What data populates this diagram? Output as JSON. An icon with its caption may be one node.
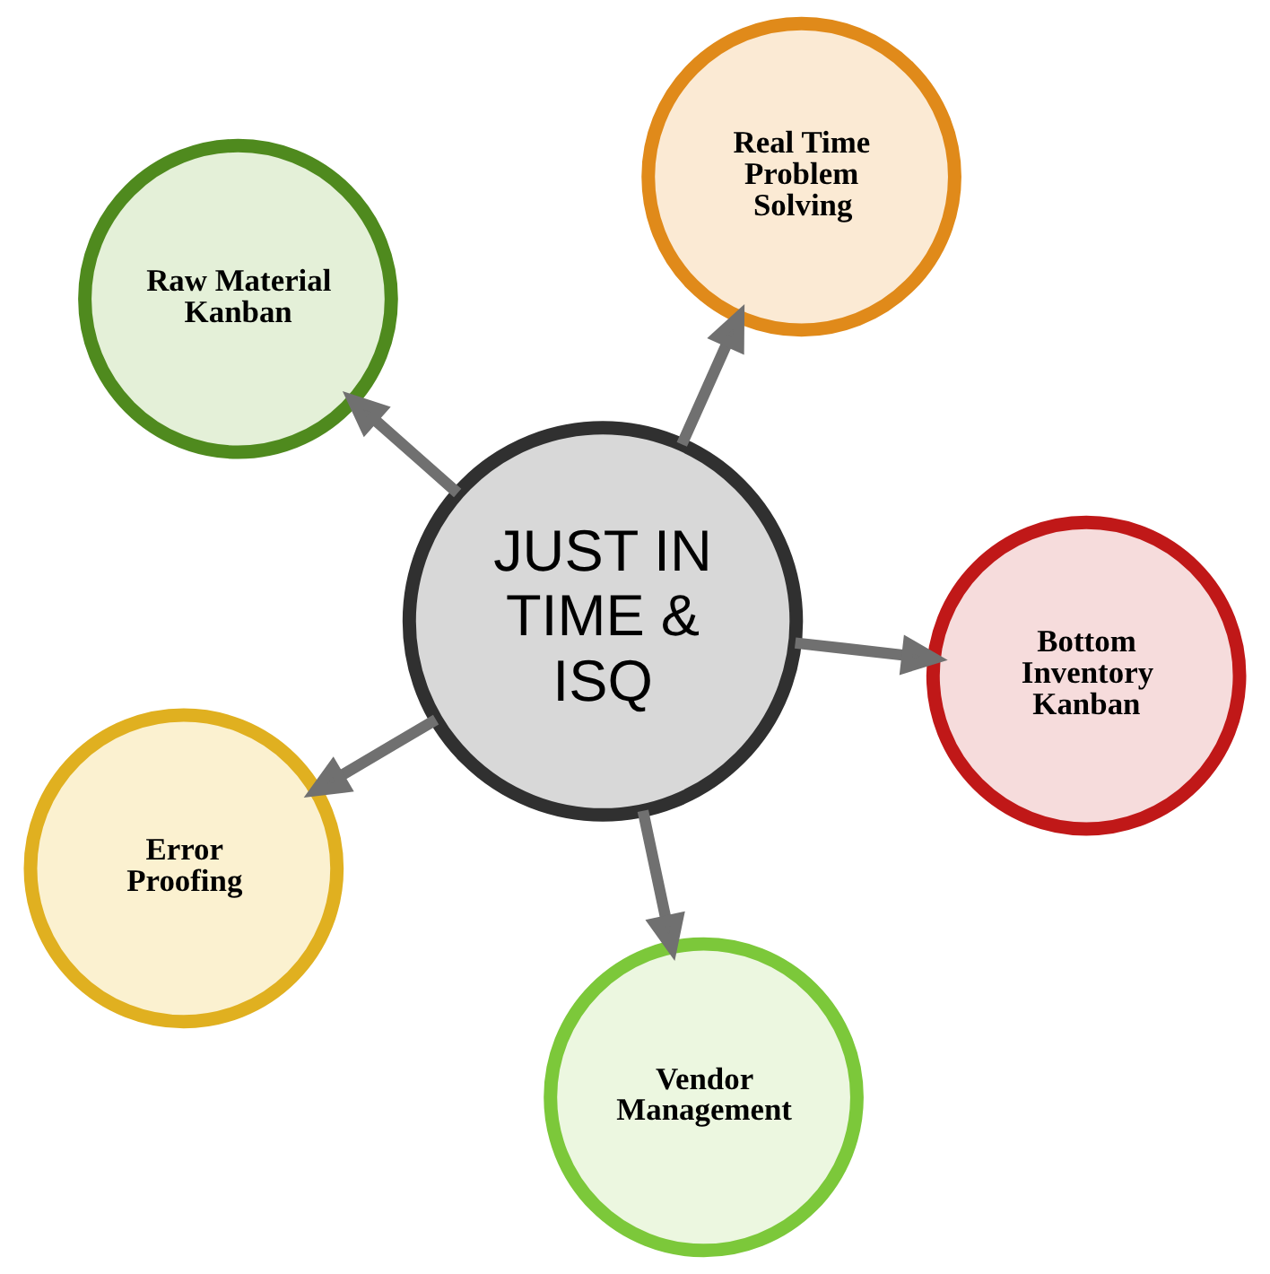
{
  "diagram": {
    "nodes": [
      {
        "text": [
          "Raw Material Kanban"
        ]
      },
      {
        "text": [
          "Bottom Inventory Kanban"
        ]
      },
      {
        "text": [
          "Vendor Management"
        ]
      },
      {
        "text": [
          "JUST IN TIME & ISQ"
        ]
      },
      {
        "text": [
          "Real Time Problem Solving"
        ]
      },
      {
        "text": [
          "Error Proofing"
        ]
      }
    ],
    "edges": [
      {
        "from": 3,
        "to": 0,
        "arrow": "to"
      },
      {
        "from": 3,
        "to": 1,
        "arrow": "to"
      },
      {
        "from": 3,
        "to": 2,
        "arrow": "to"
      },
      {
        "from": 3,
        "to": 4,
        "arrow": "to"
      },
      {
        "from": 3,
        "to": 5,
        "arrow": "to"
      }
    ]
  }
}
